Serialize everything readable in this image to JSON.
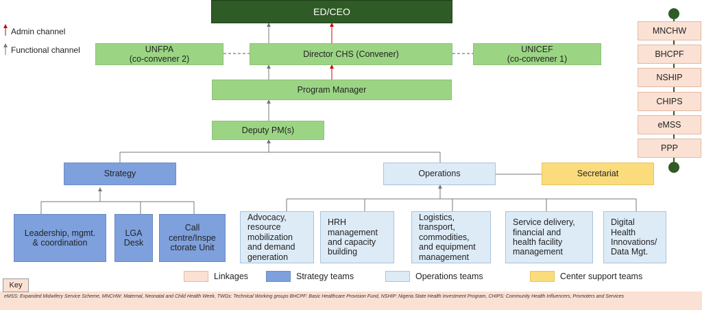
{
  "top": {
    "ceo": "ED/CEO"
  },
  "channels": {
    "admin": "Admin channel",
    "functional": "Functional channel"
  },
  "row2": {
    "unfpa": "UNFPA\n(co-convener 2)",
    "director": "Director CHS (Convener)",
    "unicef": "UNICEF\n(co-convener 1)"
  },
  "program_manager": "Program Manager",
  "deputy": "Deputy PM(s)",
  "strategy": "Strategy",
  "operations": "Operations",
  "secretariat": "Secretariat",
  "strategy_teams": [
    "Leadership, mgmt.\n& coordination",
    "LGA\nDesk",
    "Call\ncentre/Inspe\nctorate Unit"
  ],
  "operation_teams": [
    "Advocacy,\nresource\nmobilization\nand demand\ngeneration",
    "HRH\nmanagement\nand capacity\nbuilding",
    "Logistics,\ntransport,\ncommodities,\nand equipment\nmanagement",
    "Service delivery,\nfinancial and\nhealth facility\nmanagement",
    "Digital\nHealth\nInnovations/\nData Mgt."
  ],
  "linkages": [
    "MNCHW",
    "BHCPF",
    "NSHIP",
    "CHIPS",
    "eMSS",
    "PPP"
  ],
  "legend": {
    "linkages": "Linkages",
    "strategy": "Strategy teams",
    "operations": "Operations teams",
    "center": "Center support teams"
  },
  "key": {
    "label": "Key",
    "text": "eMSS: Expanded Midwifery Service Scheme,   MNCHW: Maternal, Neonatal and Child Health Week, TWGs: Technical Working groups    BHCPF: Basic Healthcare Provision Fund,    NSHIP: Nigeria State Health Investment Program,    CHIPS: Community Health Influencers, Promoters and Services"
  },
  "colors": {
    "green": "#9bd584",
    "dark_green": "#2f5b26",
    "strategy_blue": "#7ea1dd",
    "operations_light": "#ddebf7",
    "center_yellow": "#fbdc7c",
    "linkage_peach": "#fbe1d3",
    "admin_arrow": "#cc0000",
    "functional_arrow": "#777777"
  }
}
